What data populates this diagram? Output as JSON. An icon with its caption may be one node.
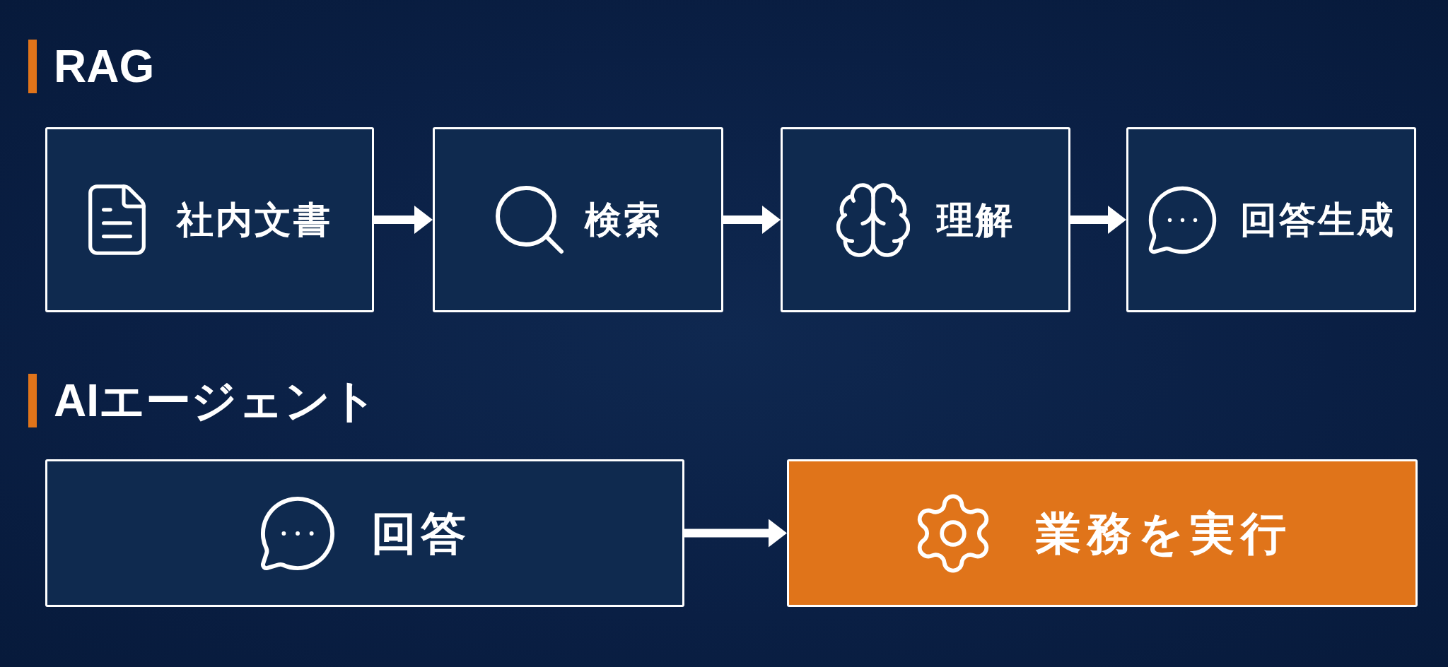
{
  "diagram": {
    "nodes": [
      {
        "text": [
          "社内文書"
        ]
      },
      {
        "text": [
          "検索"
        ]
      },
      {
        "text": [
          "理解"
        ]
      },
      {
        "text": [
          "回答生成"
        ]
      },
      {
        "text": [
          "回答"
        ]
      },
      {
        "text": [
          "業務を実行"
        ]
      }
    ],
    "edges": [
      {
        "from": 0,
        "to": 1,
        "arrow": "to"
      },
      {
        "from": 1,
        "to": 2,
        "arrow": "to"
      },
      {
        "from": 2,
        "to": 3,
        "arrow": "to"
      },
      {
        "from": 4,
        "to": 5,
        "arrow": "to"
      }
    ],
    "labels": [
      "RAG",
      "AIエージェント"
    ]
  }
}
